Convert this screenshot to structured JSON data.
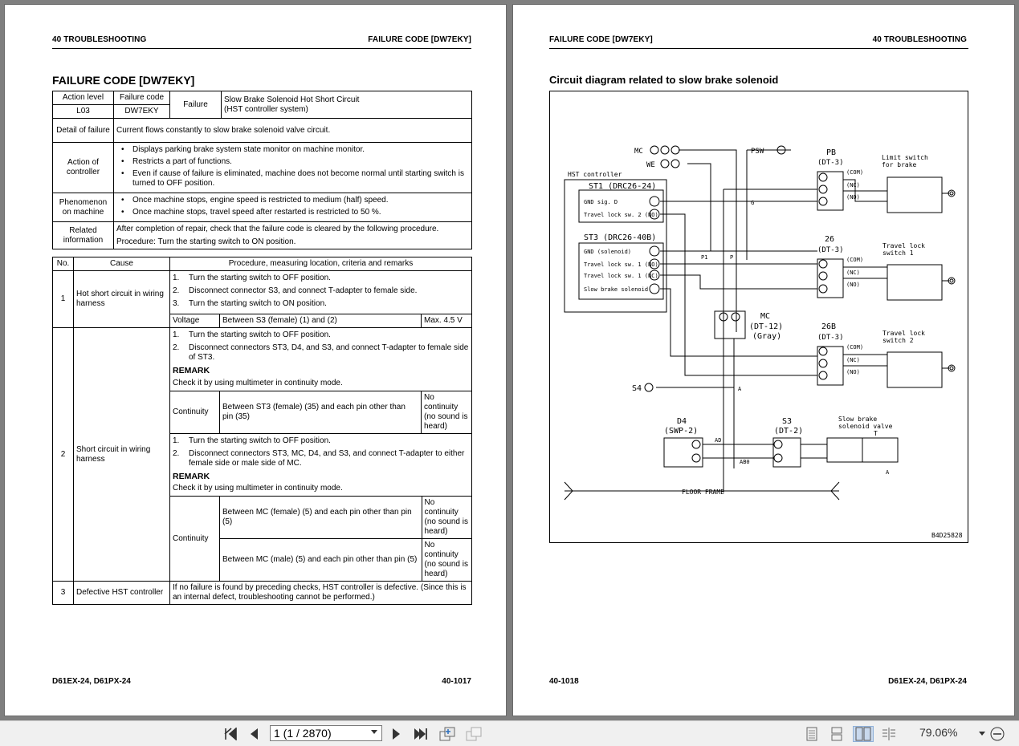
{
  "left_page": {
    "header_left": "40 TROUBLESHOOTING",
    "header_right": "FAILURE CODE [DW7EKY]",
    "title": "FAILURE CODE [DW7EKY]",
    "info": {
      "action_level_label": "Action level",
      "failure_code_label": "Failure code",
      "failure_label": "Failure",
      "action_level": "L03",
      "failure_code": "DW7EKY",
      "failure_text_1": "Slow Brake Solenoid Hot Short Circuit",
      "failure_text_2": "(HST controller system)",
      "detail_label": "Detail of failure",
      "detail_text": "Current flows constantly to slow brake solenoid valve circuit.",
      "action_label": "Action of controller",
      "action_items": [
        "Displays parking brake system state monitor on machine monitor.",
        "Restricts a part of functions.",
        "Even if cause of failure is eliminated, machine does not become normal until starting switch is turned to OFF position."
      ],
      "phenomenon_label": "Phenomenon on machine",
      "phenomenon_items": [
        "Once machine stops, engine speed is restricted to medium (half) speed.",
        "Once machine stops, travel speed after restarted is restricted to 50 %."
      ],
      "related_label": "Related information",
      "related_1": "After completion of repair, check that the failure code is cleared by the following procedure.",
      "related_2": "Procedure: Turn the starting switch to ON position."
    },
    "cause_table": {
      "h_no": "No.",
      "h_cause": "Cause",
      "h_proc": "Procedure, measuring location, criteria and remarks",
      "rows": [
        {
          "no": "1",
          "cause": "Hot short circuit in wiring harness",
          "steps": [
            "Turn the starting switch to OFF position.",
            "Disconnect connector S3, and connect T-adapter to female side.",
            "Turn the starting switch to ON position."
          ],
          "meas_label": "Voltage",
          "meas_loc": "Between S3 (female) (1) and (2)",
          "meas_val": "Max. 4.5 V"
        },
        {
          "no": "2",
          "cause": "Short circuit in wiring harness",
          "steps_a": [
            "Turn the starting switch to OFF position.",
            "Disconnect connectors ST3, D4, and S3, and connect T-adapter to female side of ST3."
          ],
          "remark_a": "REMARK",
          "remark_a_text": "Check it by using multimeter in continuity mode.",
          "cont_a_label": "Continuity",
          "cont_a_loc": "Between ST3 (female) (35) and each pin other than pin (35)",
          "cont_a_val": "No continuity (no sound is heard)",
          "steps_b": [
            "Turn the starting switch to OFF position.",
            "Disconnect connectors ST3, MC, D4, and S3, and connect T-adapter to either female side or male side of MC."
          ],
          "remark_b": "REMARK",
          "remark_b_text": "Check it by using multimeter in continuity mode.",
          "cont_b_label": "Continuity",
          "cont_b_loc1": "Between MC (female) (5) and each pin other than pin (5)",
          "cont_b_val1": "No continuity (no sound is heard)",
          "cont_b_loc2": "Between MC (male) (5) and each pin other than pin (5)",
          "cont_b_val2": "No continuity (no sound is heard)"
        },
        {
          "no": "3",
          "cause": "Defective HST controller",
          "text": "If no failure is found by preceding checks, HST controller is defective. (Since this is an internal defect, troubleshooting cannot be performed.)"
        }
      ]
    },
    "footer_left": "D61EX-24, D61PX-24",
    "footer_right": "40-1017"
  },
  "right_page": {
    "header_left": "FAILURE CODE [DW7EKY]",
    "header_right": "40 TROUBLESHOOTING",
    "title": "Circuit diagram related to slow brake solenoid",
    "diagram": {
      "mc_top": "MC",
      "we": "WE",
      "psw": "PSW",
      "hst": "HST controller",
      "st1": "ST1 (DRC26-24)",
      "st1_p1": "GND sig. D",
      "st1_p2": "Travel lock sw. 2 (NO)",
      "st3": "ST3 (DRC26-40B)",
      "st3_p1": "GND (solenoid)",
      "st3_p2": "Travel lock sw. 1 (NO)",
      "st3_p3": "Travel lock sw. 1 (NC)",
      "st3_p4": "Slow brake solenoid",
      "pb": "PB",
      "dt3": "(DT-3)",
      "n26": "26",
      "n26b": "26B",
      "limit1": "Limit switch",
      "limit2": "for brake",
      "tl1a": "Travel lock",
      "tl1b": "switch 1",
      "tl2a": "Travel lock",
      "tl2b": "switch 2",
      "com": "(COM)",
      "nc": "(NC)",
      "no": "(NO)",
      "mc": "MC",
      "mc_dt": "(DT-12)",
      "mc_gray": "(Gray)",
      "s4": "S4",
      "d4": "D4",
      "swp": "(SWP-2)",
      "s3": "S3",
      "s3dt": "(DT-2)",
      "sbv1": "Slow brake",
      "sbv2": "solenoid valve",
      "floor": "FLOOR FRAME",
      "code": "B4D25828",
      "g": "G",
      "p1": "P1",
      "p": "P",
      "a": "A",
      "ad": "AD",
      "ab0": "AB0",
      "t": "T"
    },
    "footer_left": "40-1018",
    "footer_right": "D61EX-24, D61PX-24"
  },
  "toolbar": {
    "page_field": "1 (1 / 2870)",
    "zoom": "79.06%"
  }
}
